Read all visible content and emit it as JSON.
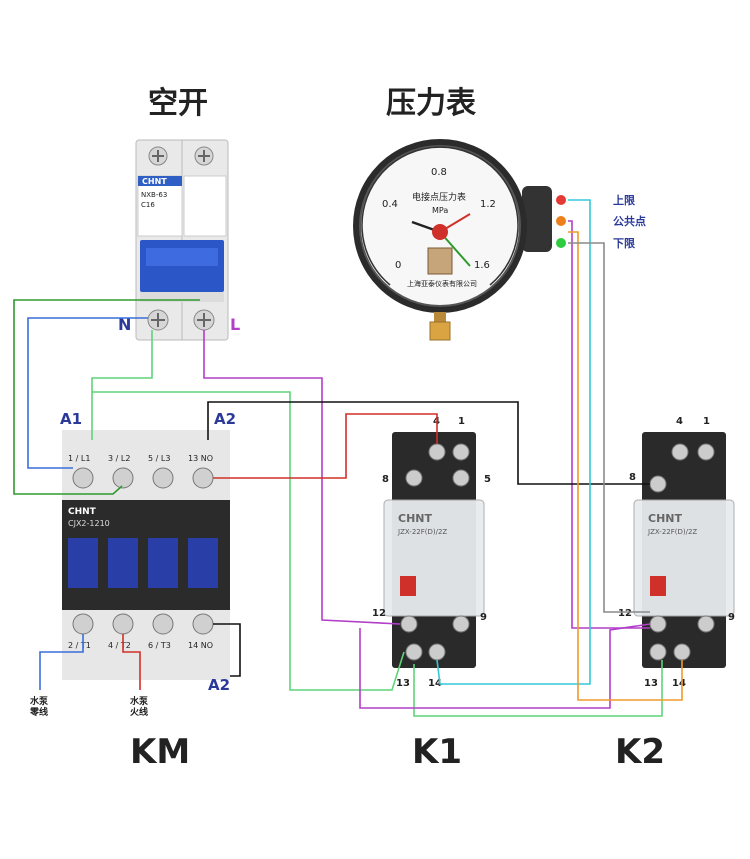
{
  "titles": {
    "breaker": "空开",
    "gauge": "压力表",
    "contactor": "KM",
    "relay1": "K1",
    "relay2": "K2"
  },
  "breaker": {
    "brand": "CHNT",
    "model": "NXB-63",
    "rating": "C16",
    "n_label": "N",
    "l_label": "L"
  },
  "gauge": {
    "face_title": "电接点压力表",
    "unit": "MPa",
    "scale": [
      "0",
      "0.4",
      "0.8",
      "1.2",
      "1.6"
    ],
    "maker": "上海亚泰仪表有限公司",
    "contacts": [
      {
        "label": "上限",
        "color": "#e53935"
      },
      {
        "label": "公共点",
        "color": "#ef7f1a"
      },
      {
        "label": "下限",
        "color": "#2ecc40"
      }
    ]
  },
  "contactor": {
    "brand": "CHNT",
    "model": "CJX2-1210",
    "a1": "A1",
    "a2_top": "A2",
    "a2_bottom": "A2",
    "top_terminals": [
      "1 / L1",
      "3 / L2",
      "5 / L3",
      "13 NO"
    ],
    "bottom_terminals": [
      "2 / T1",
      "4 / T2",
      "6 / T3",
      "14 NO"
    ],
    "pump_neutral": "水泵\n零线",
    "pump_live": "水泵\n火线"
  },
  "relays": [
    {
      "brand": "CHNT",
      "model": "JZX-22F(D)/2Z",
      "t4": "4",
      "t1": "1",
      "t8": "8",
      "t5": "5",
      "t12": "12",
      "t9": "9",
      "t13": "13",
      "t14": "14"
    },
    {
      "brand": "CHNT",
      "model": "JZX-22F(D)/2Z",
      "t4": "4",
      "t1": "1",
      "t8": "8",
      "t12": "12",
      "t9": "9",
      "t13": "13",
      "t14": "14"
    }
  ],
  "colors": {
    "wire_blue": "#3a6fd8",
    "wire_green": "#2e9a2e",
    "wire_lightgreen": "#5ed47a",
    "wire_purple": "#b23fc8",
    "wire_red": "#d0302a",
    "wire_black": "#111111",
    "wire_cyan": "#36c8d8",
    "wire_orange": "#ef9a2a"
  }
}
